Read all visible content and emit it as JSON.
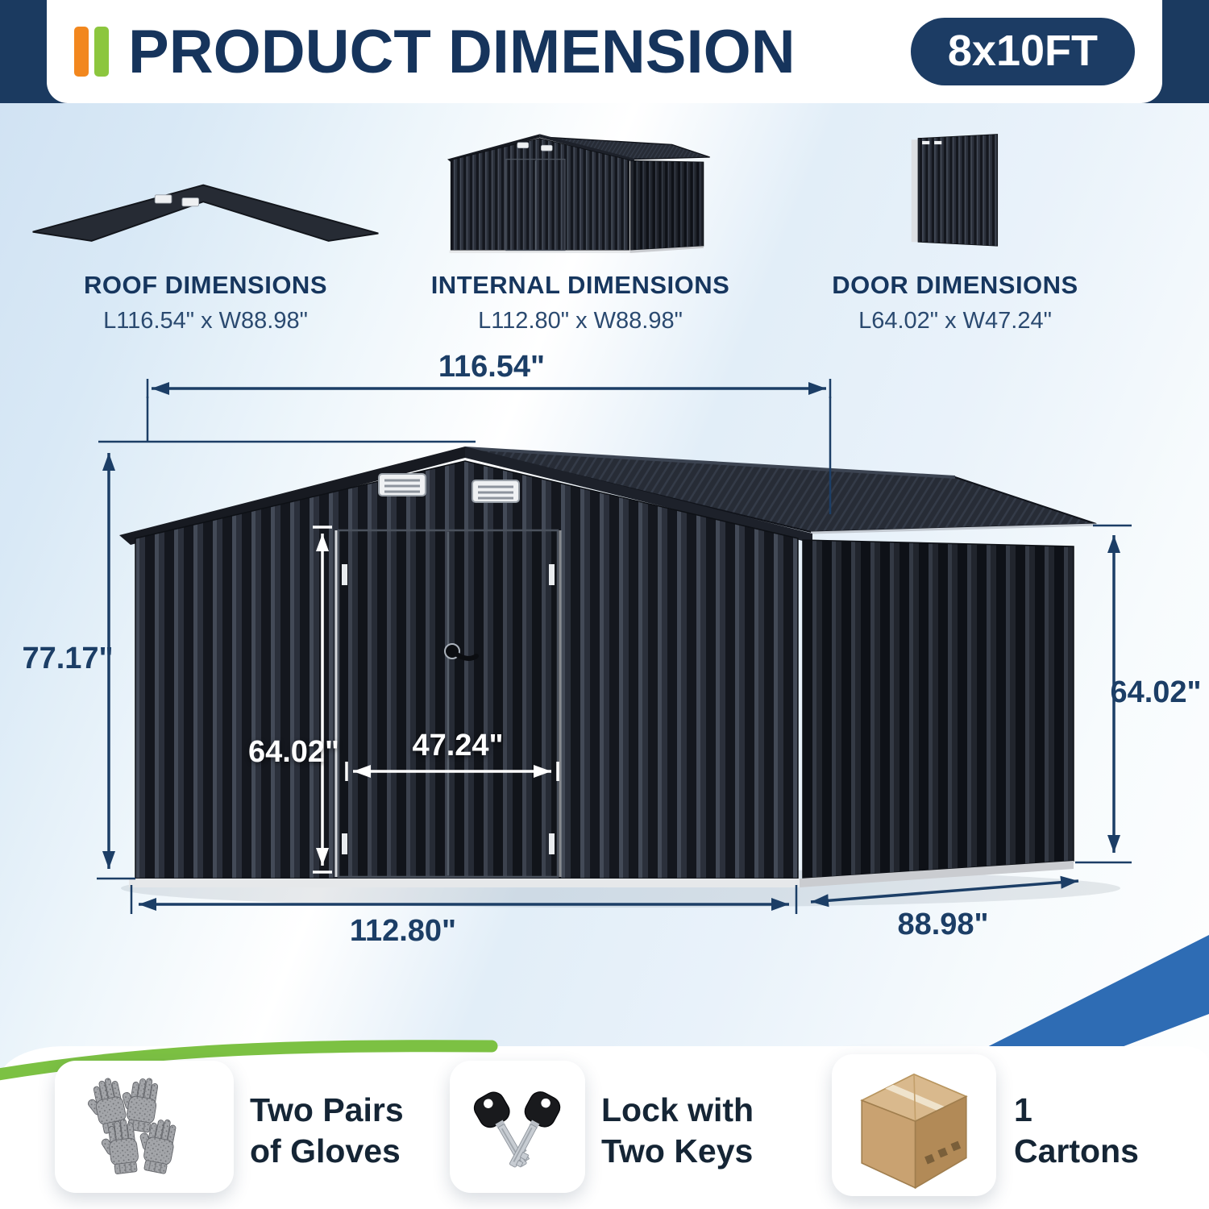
{
  "header": {
    "title": "PRODUCT DIMENSION",
    "badge": "8x10FT"
  },
  "thumbnails": [
    {
      "label": "ROOF DIMENSIONS",
      "dims": "L116.54\" x W88.98\""
    },
    {
      "label": "INTERNAL DIMENSIONS",
      "dims": "L112.80\" x W88.98\""
    },
    {
      "label": "DOOR DIMENSIONS",
      "dims": "L64.02\" x W47.24\""
    }
  ],
  "diagram": {
    "roof_length": "116.54\"",
    "overall_height": "77.17\"",
    "door_height": "64.02\"",
    "door_width": "47.24\"",
    "internal_length": "112.80\"",
    "depth": "88.98\"",
    "wall_height": "64.02\""
  },
  "features": [
    {
      "line1": "Two Pairs",
      "line2": "of Gloves"
    },
    {
      "line1": "Lock with",
      "line2": "Two Keys"
    },
    {
      "line1": "1",
      "line2": "Cartons"
    }
  ],
  "colors": {
    "navy": "#1b3a60",
    "accent_orange": "#f2871e",
    "accent_green": "#8cc63e",
    "deco_blue": "#2e6cb4",
    "shed_dark": "#21252d",
    "background_blue": "#cfe1f2"
  }
}
